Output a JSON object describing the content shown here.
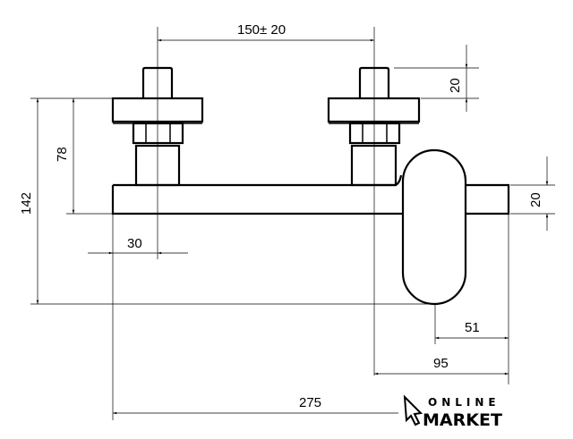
{
  "dimensions": {
    "spacing": "150",
    "spacing_tol": "± 20",
    "stem_height": "20",
    "total_height": "142",
    "bar_height": "78",
    "lever_thickness": "20",
    "body_width": "30",
    "lever_offset": "51",
    "handle_depth": "95",
    "total_width": "275"
  },
  "logo": {
    "line1": "ONLINE",
    "line2": "MARKET"
  }
}
